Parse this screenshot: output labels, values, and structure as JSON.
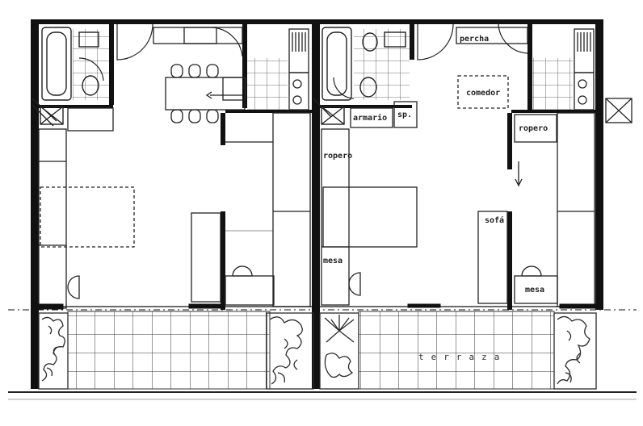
{
  "labels": {
    "percha": "percha",
    "comedor": "comedor",
    "armario": "armario",
    "sp": "sp.",
    "ropero_left": "ropero",
    "ropero_right": "ropero",
    "sofa": "sofá",
    "mesa_left": "mesa",
    "mesa_right": "mesa",
    "terraza": "terraza"
  },
  "colors": {
    "wall": "#111111",
    "line": "#333333",
    "paper": "#ffffff",
    "vegetation": "#2a2a2a"
  }
}
